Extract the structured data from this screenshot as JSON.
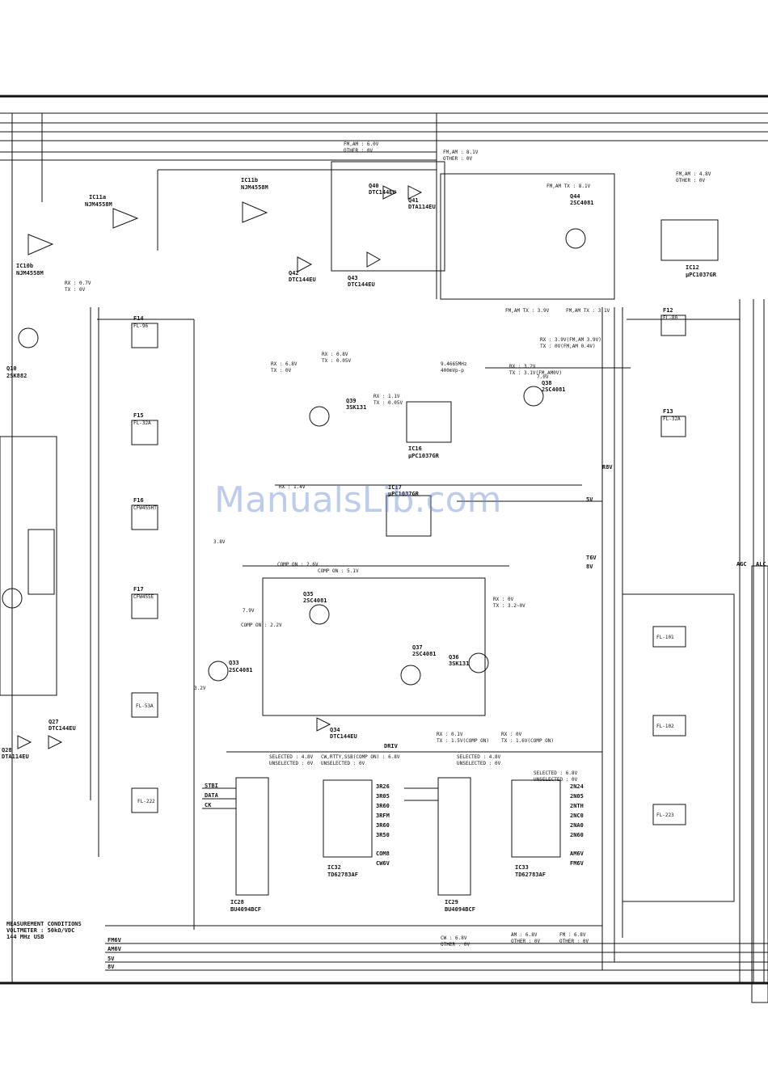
{
  "schematic": {
    "watermark": "ManualsLib.com",
    "ic_labels": [
      {
        "ref": "IC11a",
        "part": "NJM4558M"
      },
      {
        "ref": "IC11b",
        "part": "NJM4558M"
      },
      {
        "ref": "IC10b",
        "part": "NJM4558M"
      },
      {
        "ref": "IC12",
        "part": "µPC1037GR"
      },
      {
        "ref": "IC16",
        "part": "µPC1037GR"
      },
      {
        "ref": "IC17",
        "part": "µPC1037GR"
      },
      {
        "ref": "IC28",
        "part": "BU4094BCF"
      },
      {
        "ref": "IC32",
        "part": "TD62783AF"
      },
      {
        "ref": "IC29",
        "part": "BU4094BCF"
      },
      {
        "ref": "IC33",
        "part": "TD62783AF"
      }
    ],
    "transistors": [
      {
        "ref": "Q10",
        "part": "2SK882"
      },
      {
        "ref": "Q27",
        "part": "DTC144EU"
      },
      {
        "ref": "Q28",
        "part": "DTA114EU"
      },
      {
        "ref": "Q33",
        "part": "2SC4081"
      },
      {
        "ref": "Q34",
        "part": "DTC144EU"
      },
      {
        "ref": "Q35",
        "part": "2SC4081"
      },
      {
        "ref": "Q36",
        "part": "3SK131"
      },
      {
        "ref": "Q37",
        "part": "2SC4081"
      },
      {
        "ref": "Q38",
        "part": "2SC4081"
      },
      {
        "ref": "Q39",
        "part": "3SK131"
      },
      {
        "ref": "Q40",
        "part": "DTC144EU"
      },
      {
        "ref": "Q41",
        "part": "DTA114EU"
      },
      {
        "ref": "Q42",
        "part": "DTC144EU"
      },
      {
        "ref": "Q43",
        "part": "DTC144EU"
      },
      {
        "ref": "Q44",
        "part": "2SC4081"
      }
    ],
    "filters": [
      {
        "ref": "F14",
        "part": "FL-96"
      },
      {
        "ref": "F15",
        "part": "FL-32A"
      },
      {
        "ref": "F16",
        "part": "CFW455HT"
      },
      {
        "ref": "F17",
        "part": "CFW455E"
      },
      {
        "ref": "F12",
        "part": "FL-80"
      },
      {
        "ref": "F13",
        "part": "FL-32A"
      },
      {
        "ref": "FL-53A",
        "part": ""
      },
      {
        "ref": "FL-222",
        "part": ""
      },
      {
        "ref": "FL-101",
        "part": ""
      },
      {
        "ref": "FL-102",
        "part": ""
      },
      {
        "ref": "FL-223",
        "part": ""
      }
    ],
    "voltage_notes": [
      "FM,AM : 6.0V",
      "OTHER : 0V",
      "FM,AM : 8.1V",
      "OTHER : 0V",
      "FM,AM TX : 8.1V",
      "FM,AM : 4.8V",
      "OTHER : 0V",
      "RX : 0.7V",
      "TX : 0V",
      "RX : 6.8V",
      "TX : 0V",
      "RX : 0.8V",
      "TX : 0.05V",
      "RX : 1.1V",
      "TX : 0.05V",
      "RX : 3.2V",
      "TX : 3.1V(FM,AM0V)",
      "RX : 3.9V(FM,AM 3.9V)",
      "TX : 0V(FM,AM 0.4V)",
      "RX : 1.4V",
      "COMP ON : 2.6V",
      "COMP ON : 5.1V",
      "COMP ON : 2.2V",
      "RX : 0V",
      "TX : 3.2~0V",
      "RX : 0.1V",
      "TX : 1.5V(COMP ON)",
      "RX : 0V",
      "TX : 1.6V(COMP ON)",
      "FM,AM  TX : 3.9V",
      "FM,AM  TX : 3.1V",
      "7.9V",
      "3.2V",
      "3.8V",
      "7.0V"
    ],
    "selected_notes": [
      "SELECTED : 4.8V",
      "UNSELECTED : 0V",
      "CW,RTTY,SSB(COMP ON) : 6.8V",
      "UNSELECTED : 0V",
      "SELECTED : 4.8V",
      "UNSELECTED : 0V",
      "SELECTED : 6.8V",
      "UNSELECTED : 0V",
      "CW : 6.8V",
      "OTHER : 0V",
      "AM : 6.8V",
      "OTHER : 0V",
      "FM : 6.8V",
      "OTHER : 0V"
    ],
    "signal_names": [
      "STBI",
      "DATA",
      "CK",
      "3R26",
      "3R05",
      "3R60",
      "3RFM",
      "3R60",
      "3R50",
      "2N24",
      "2N05",
      "2NTH",
      "2NC0",
      "2NA0",
      "2N60",
      "FM6V",
      "AM6V",
      "CW6V",
      "COM8",
      "DRIV",
      "T6V",
      "8V",
      "5V",
      "R8V",
      "AGC",
      "ALC"
    ],
    "measurement_note": [
      "MEASUREMENT  CONDITIONS",
      "VOLTMETER :  50kΩ/VDC",
      "144 MHz USB"
    ],
    "freq_note": [
      "9.4665MHz",
      "400mVp-p"
    ],
    "bus_labels": [
      "FM6V",
      "AM6V",
      "5V",
      "8V"
    ],
    "cw_note": "CW : 6.8V"
  }
}
